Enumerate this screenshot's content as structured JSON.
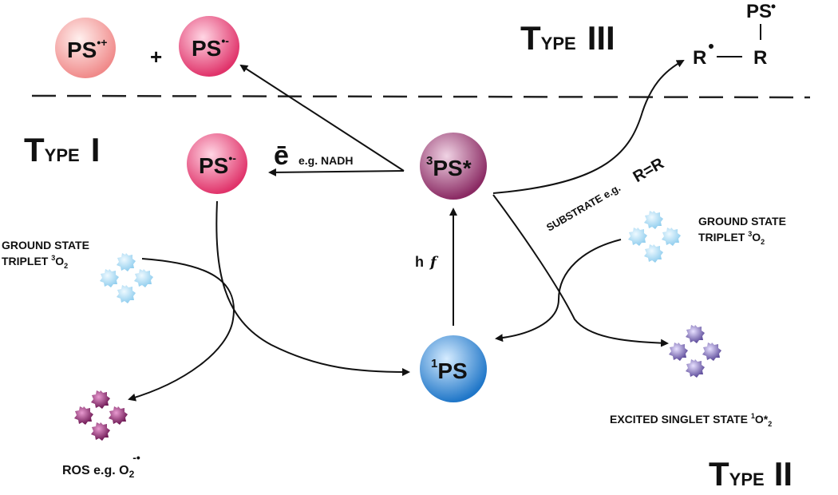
{
  "sections": {
    "type3": {
      "big": "T",
      "small": "YPE",
      "numeral": "III"
    },
    "type1": {
      "big": "T",
      "small": "YPE",
      "numeral": "I"
    },
    "type2": {
      "big": "T",
      "small": "YPE",
      "numeral": "II"
    }
  },
  "species": {
    "ps_radical_cation": {
      "base": "PS",
      "charge": "•+"
    },
    "plus_sign": "+",
    "ps_radical_anion_top": {
      "base": "PS",
      "charge": "•-"
    },
    "ps_radical_anion": {
      "base": "PS",
      "charge": "•-"
    },
    "triplet_ps": {
      "superscript": "3",
      "base": "PS*"
    },
    "singlet_ps": {
      "superscript": "1",
      "base": "PS"
    }
  },
  "adduct": {
    "top_ps": "PS",
    "left_r": "R",
    "right_r": "R",
    "bond": "—"
  },
  "labels": {
    "electron": "ē",
    "electron_example": "e.g. NADH",
    "light": "h",
    "light_symbol": "f",
    "substrate": "SUBSTRATE e.g.",
    "substrate_example": "R=R",
    "ground_state_left_line1": "GROUND STATE",
    "ground_state_left_line2": "TRIPLET ",
    "ground_state_right_line1": "GROUND STATE",
    "ground_state_right_line2": "TRIPLET ",
    "o2_sup": "3",
    "o2_base": "O",
    "o2_sub": "2",
    "ros_text": "ROS e.g. O",
    "ros_sub": "2",
    "ros_charge": "-•",
    "excited_text": "EXCITED SINGLET STATE ",
    "excited_sup": "1",
    "excited_base": "O*",
    "excited_sub": "2"
  },
  "colors": {
    "divider": "#222222",
    "arrow": "#111111",
    "ps_cation": "#f08a8a",
    "ps_anion": "#e0336a",
    "triplet_ps": "#8a2a63",
    "singlet_ps": "#1f76c8",
    "ground_o2": "#a9daf2",
    "ros": "#7a1f5c",
    "singlet_o2": "#7b67b0"
  }
}
